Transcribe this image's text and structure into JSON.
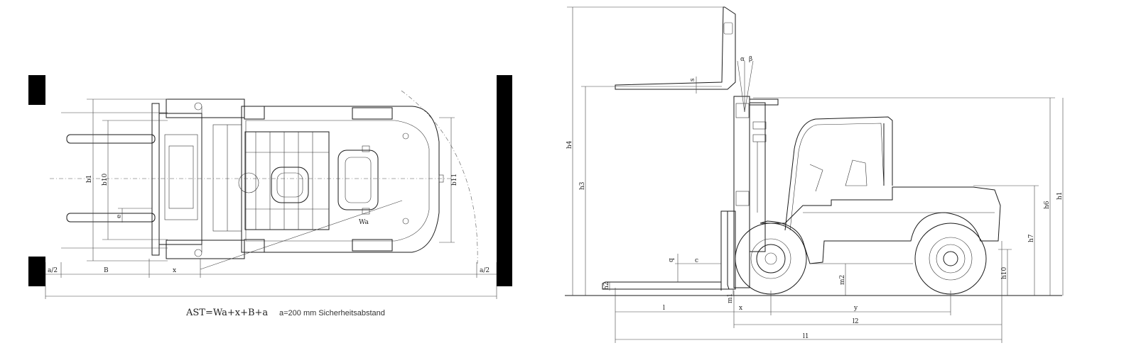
{
  "top_view": {
    "formula": "AST=Wa+x+B+a",
    "note": "a=200 mm Sicherheitsabstand",
    "labels": {
      "a_half_left": "a/2",
      "a_half_right": "a/2",
      "B": "B",
      "x": "x",
      "b1": "b1",
      "b10": "b10",
      "b11": "b11",
      "e": "e",
      "Wa": "Wa"
    }
  },
  "side_view": {
    "labels": {
      "h4": "h4",
      "h3": "h3",
      "h6": "h6",
      "h1": "h1",
      "h7": "h7",
      "h10": "h10",
      "h2": "h2",
      "m2": "m2",
      "m1": "m1",
      "s": "s",
      "alpha": "α",
      "beta": "β",
      "q": "q",
      "c": "c",
      "l": "l",
      "x": "x",
      "y": "y",
      "l2": "l2",
      "l1": "l1"
    }
  }
}
